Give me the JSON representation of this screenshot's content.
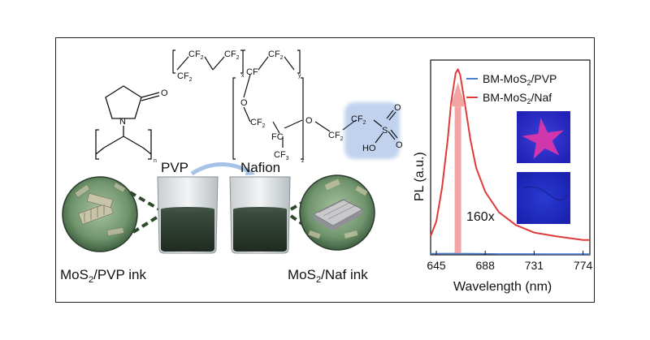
{
  "figure": {
    "pvp_label": "PVP",
    "nafion_label": "Nafion",
    "ink_left": {
      "prefix": "MoS",
      "sub": "2",
      "suffix": "/PVP ink"
    },
    "ink_right": {
      "prefix": "MoS",
      "sub": "2",
      "suffix": "/Naf ink"
    },
    "pvp_structure": {
      "O": "O",
      "N": "N",
      "n": "n"
    },
    "nafion_structure": {
      "cf2_a": "CF",
      "cf2_a_sub": "2",
      "cf2_b": "CF",
      "cf2_b_sub": "2",
      "cf2_c": "CF",
      "cf2_c_sub": "2",
      "cf": "CF",
      "cf2_d": "CF",
      "cf2_d_sub": "2",
      "x": "x",
      "y": "y",
      "z": "z",
      "o1": "O",
      "o2": "O",
      "cf2_e": "CF",
      "cf2_e_sub": "2",
      "fc": "FC",
      "cf3": "CF",
      "cf3_sub": "3",
      "cf2_f": "CF",
      "cf2_f_sub": "2",
      "cf2_g": "CF",
      "cf2_g_sub": "2",
      "s": "S",
      "so_o1": "O",
      "so_o2": "O",
      "ho": "HO"
    },
    "colors": {
      "liquid": "#2e3d31",
      "particle": "#8aa886",
      "highlight": "#4e7fd0"
    }
  },
  "chart_data": {
    "type": "line",
    "xlabel": "Wavelength (nm)",
    "ylabel": "PL (a.u.)",
    "xlim": [
      640,
      780
    ],
    "ylim": [
      0,
      1.05
    ],
    "x_ticks": [
      645,
      688,
      731,
      774
    ],
    "y_ticks": [],
    "annotation": "160x",
    "series": [
      {
        "name_prefix": "BM-MoS",
        "name_sub": "2",
        "name_suffix": "/PVP",
        "color": "#4a7fd4",
        "x": [
          640,
          660,
          680,
          700,
          720,
          740,
          760,
          780
        ],
        "y": [
          0.006,
          0.007,
          0.006,
          0.005,
          0.005,
          0.004,
          0.004,
          0.004
        ]
      },
      {
        "name_prefix": "BM-MoS",
        "name_sub": "2",
        "name_suffix": "/Naf",
        "color": "#e03b3b",
        "x": [
          640,
          645,
          650,
          655,
          658,
          662,
          664,
          666,
          670,
          675,
          680,
          688,
          700,
          715,
          731,
          750,
          774,
          780
        ],
        "y": [
          0.1,
          0.18,
          0.36,
          0.62,
          0.82,
          0.98,
          1.0,
          0.97,
          0.82,
          0.62,
          0.47,
          0.34,
          0.23,
          0.16,
          0.12,
          0.1,
          0.08,
          0.08
        ]
      }
    ]
  }
}
